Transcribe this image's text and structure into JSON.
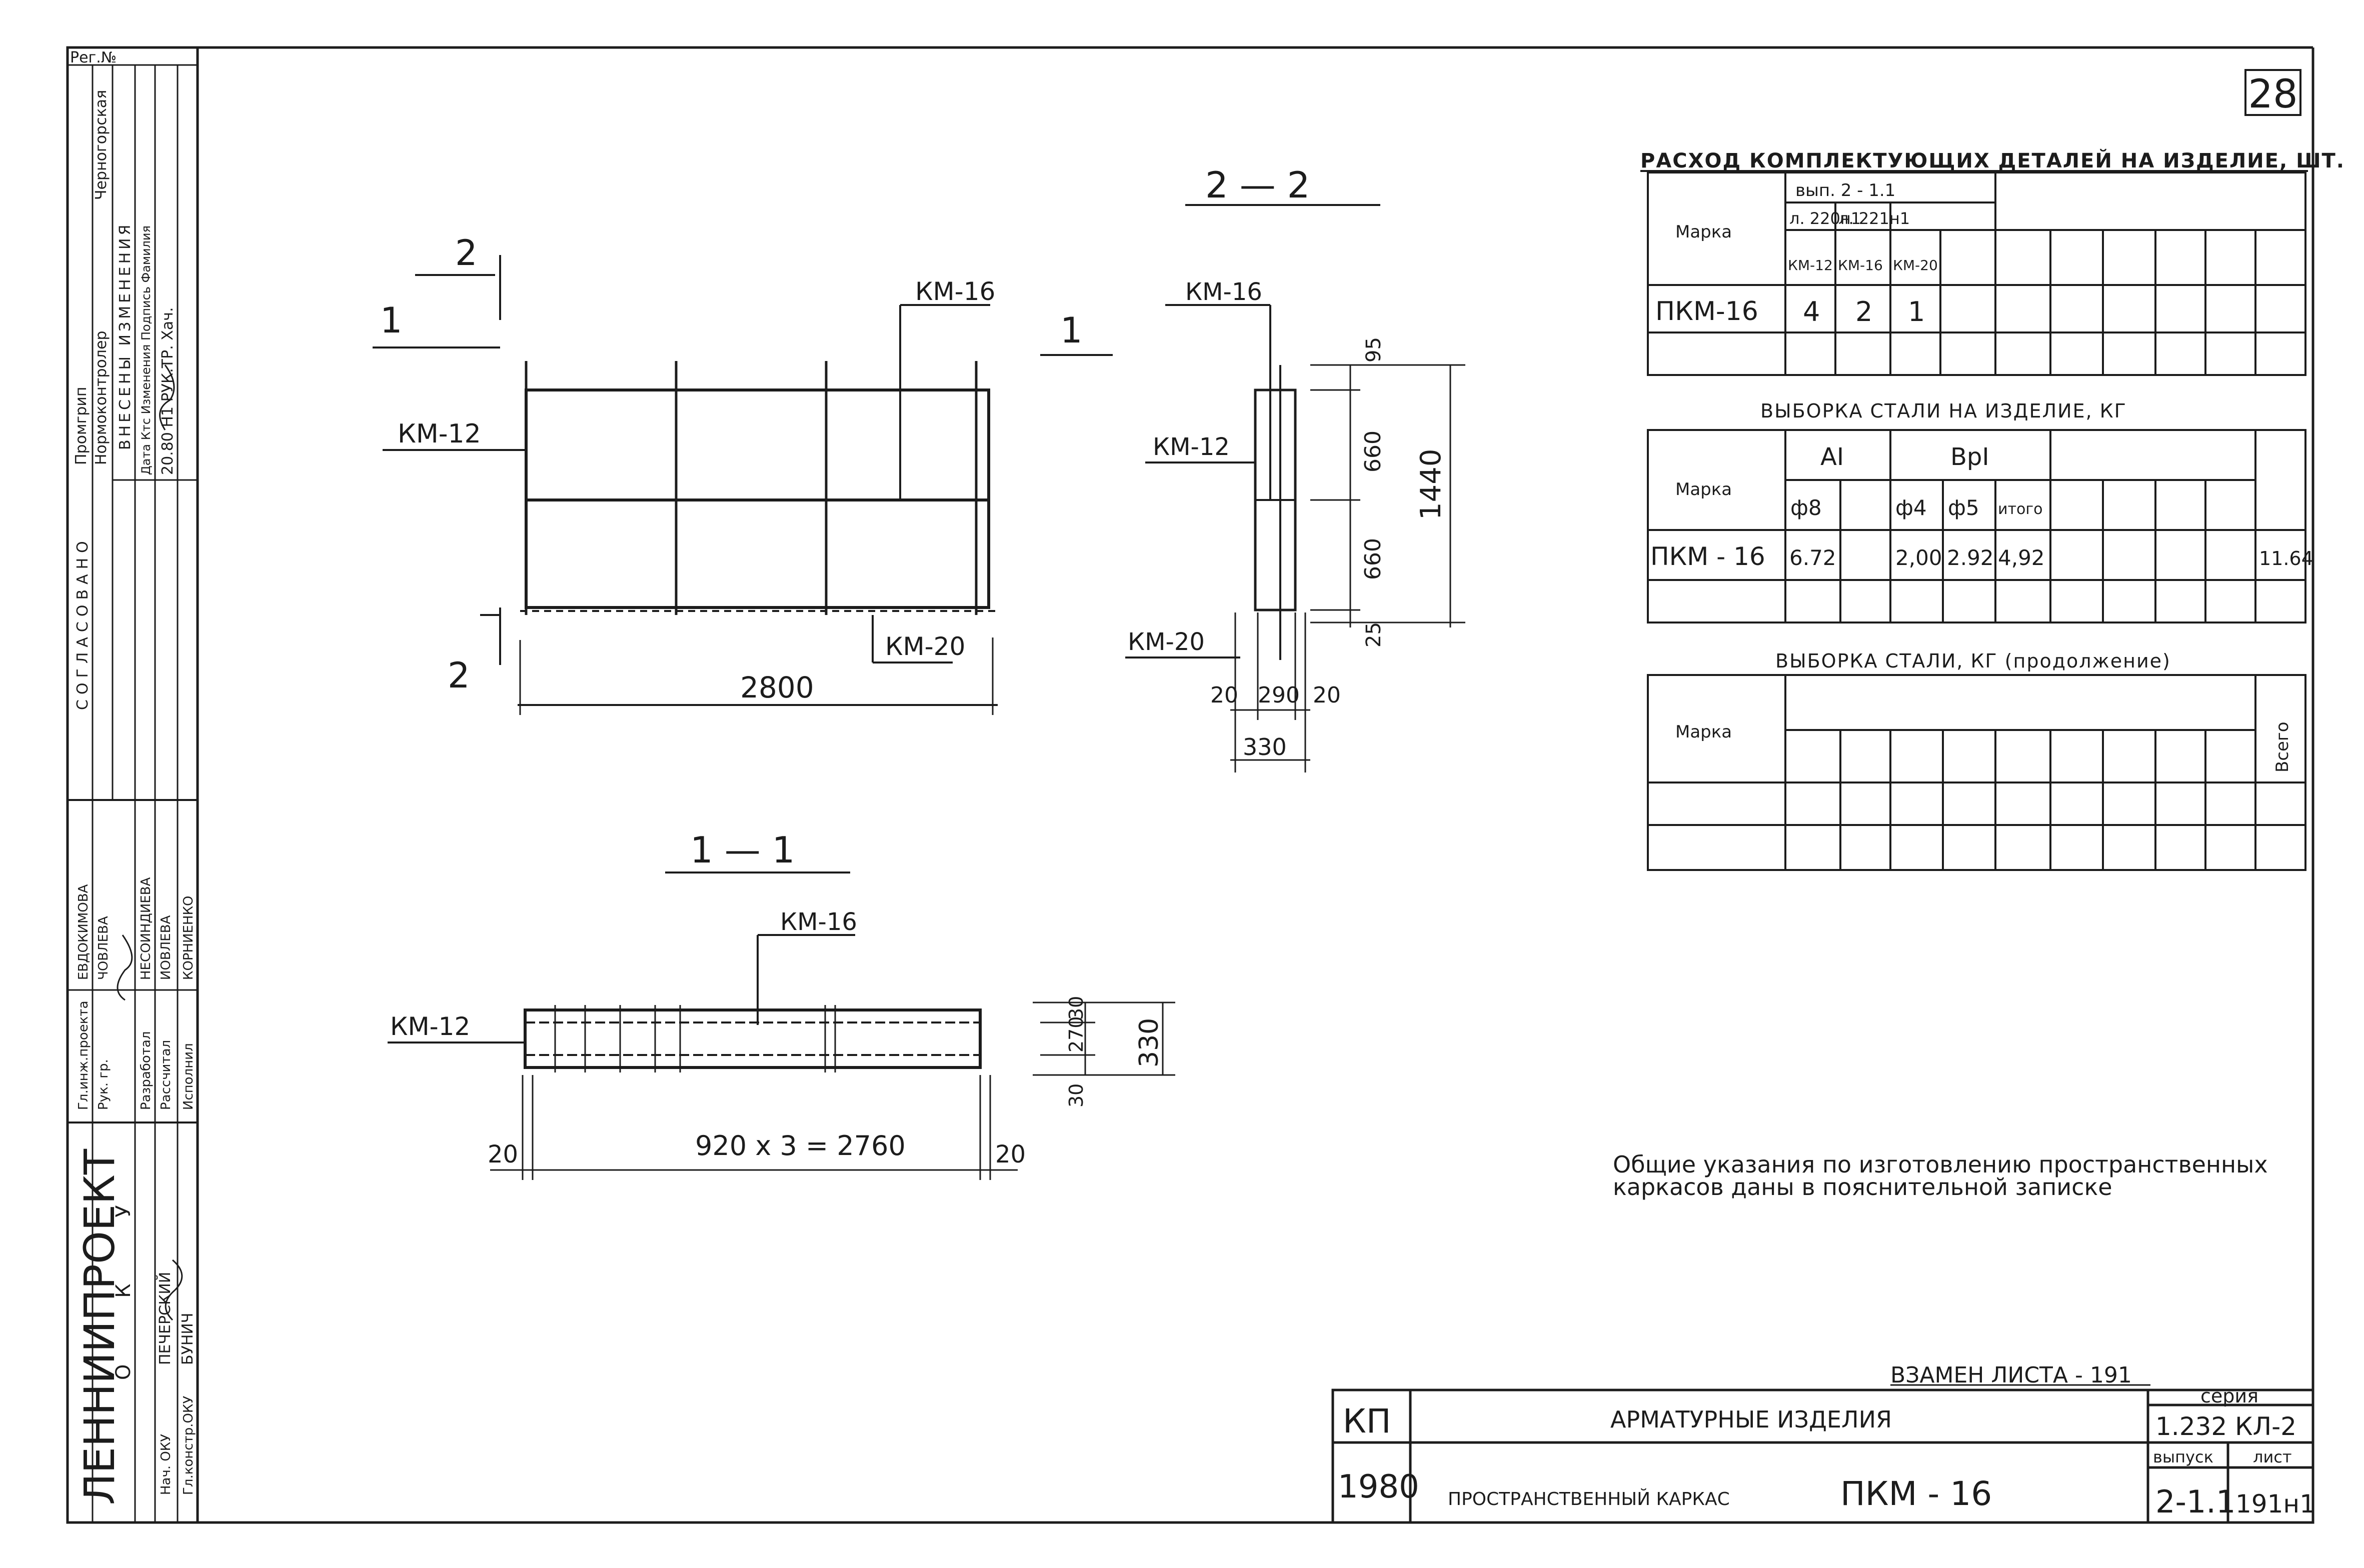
{
  "sheet_number": "28",
  "side_stamp": {
    "reg_label": "Рег.№",
    "columns": {
      "agreed": "СОГЛАСОВАНО",
      "changes": "ВНЕСЕНЫ ИЗМЕНЕНИЯ",
      "promgrip": "Промгрип",
      "normocontrol": "Нормоконтролер",
      "sign": "Черногорская",
      "date_row": "Дата  Ктс  Изменения  Подпись  Фамилия",
      "row_values": "20.80  Н1  РУК.ТР.  Хач."
    },
    "staff": {
      "gl_eng": "Гл.инж.проекта",
      "ruk_gr": "Рук. гр.",
      "developed": "Разработал",
      "calculated": "Рассчитал",
      "executor": "Исполнил",
      "names_a": "ЕВДОКИМОВА",
      "names_b": "ЧОВЛЕВА",
      "names_c": "НЕСОИНДИЕВА",
      "names_d": "ИОВЛЕВА",
      "names_e": "КОРНИЕНКО",
      "ok_head": "Нач. ОКУ",
      "ok_const": "Гл.констр.ОКУ",
      "ok_name1": "ПЕЧЕРСКИЙ",
      "ok_name2": "БУНИЧ",
      "okhu": "О К У"
    },
    "institute": "ЛЕННИИПРОЕКТ"
  },
  "section_2_2": {
    "title": "2 — 2",
    "labels": {
      "km16": "КМ-16",
      "km12": "КМ-12",
      "km20": "КМ-20"
    },
    "dims": {
      "d95": "95",
      "d660a": "660",
      "d660b": "660",
      "d25": "25",
      "d1440": "1440",
      "d20a": "20",
      "d290": "290",
      "d20b": "20",
      "d330": "330"
    }
  },
  "plan_view": {
    "cut_mark_top": "2",
    "cut_mark_bottom": "2",
    "cut_mark_left": "1",
    "cut_mark_right": "1",
    "labels": {
      "km12": "КМ-12",
      "km16": "КМ-16",
      "km20": "КМ-20"
    },
    "dim_length": "2800"
  },
  "section_1_1": {
    "title": "1 — 1",
    "labels": {
      "km16": "КМ-16",
      "km12": "КМ-12"
    },
    "dims": {
      "d30a": "30",
      "d270": "270",
      "d30b": "30",
      "d330": "330",
      "d20a": "20",
      "span": "920 x 3 = 2760",
      "d20b": "20"
    }
  },
  "table_parts": {
    "title": "РАСХОД КОМПЛЕКТУЮЩИХ ДЕТАЛЕЙ НА ИЗДЕЛИЕ, ШТ.",
    "col_mark": "Марка",
    "issue": "вып. 2 - 1.1",
    "sheet_a": "л. 220н1",
    "sheet_b": "л. 221н1",
    "cols": [
      "КМ-12",
      "КМ-16",
      "КМ-20"
    ],
    "row": {
      "mark": "ПКМ-16",
      "values": [
        "4",
        "2",
        "1"
      ]
    }
  },
  "table_steel": {
    "title": "ВЫБОРКА СТАЛИ НА ИЗДЕЛИЕ, КГ",
    "col_mark": "Марка",
    "grade_a": "АI",
    "grade_b": "ВрI",
    "cols": [
      "ф8",
      "ф4",
      "ф5",
      "итого"
    ],
    "row": {
      "mark": "ПКМ - 16",
      "f8": "6.72",
      "f4": "2,00",
      "f5": "2.92",
      "total": "4,92",
      "all": "11.64"
    }
  },
  "table_steel_cont": {
    "title": "ВЫБОРКА СТАЛИ, КГ (продолжение)",
    "col_mark": "Марка",
    "col_total": "Всего"
  },
  "general_notes": {
    "line1": "Общие указания по изготовлению пространственных",
    "line2": "каркасов даны в пояснительной записке"
  },
  "title_block": {
    "replace_note": "ВЗАМЕН ЛИСТА - 191",
    "kp": "КП",
    "year": "1980",
    "title": "АРМАТУРНЫЕ ИЗДЕЛИЯ",
    "subtitle": "ПРОСТРАНСТВЕННЫЙ КАРКАС",
    "product": "ПКМ - 16",
    "series_label": "серия",
    "series_value": "1.232 КЛ-2",
    "issue_label": "выпуск",
    "issue_value": "2-1.1",
    "sheet_label": "лист",
    "sheet_value": "191н1"
  }
}
